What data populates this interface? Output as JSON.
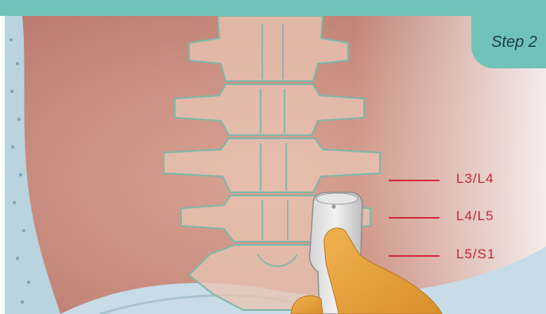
{
  "step": {
    "label": "Step 2"
  },
  "levels": [
    {
      "label": "L3/L4"
    },
    {
      "label": "L4/L5"
    },
    {
      "label": "L5/S1"
    }
  ],
  "colors": {
    "header_teal": "#6fc3b8",
    "label_red": "#c4283a",
    "skin": "#c98e80",
    "glove": "#e3a23f",
    "gown": "#b9d3df"
  }
}
